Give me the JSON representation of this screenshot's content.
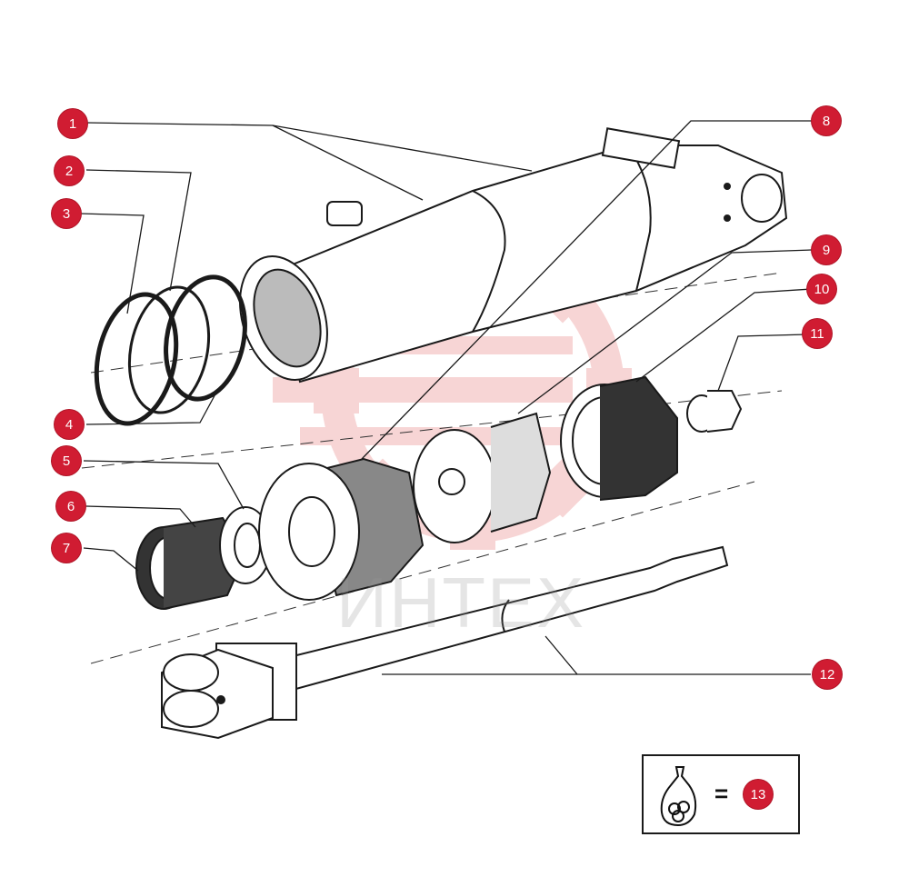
{
  "callouts": [
    {
      "id": "1",
      "label": "1"
    },
    {
      "id": "2",
      "label": "2"
    },
    {
      "id": "3",
      "label": "3"
    },
    {
      "id": "4",
      "label": "4"
    },
    {
      "id": "5",
      "label": "5"
    },
    {
      "id": "6",
      "label": "6"
    },
    {
      "id": "7",
      "label": "7"
    },
    {
      "id": "8",
      "label": "8"
    },
    {
      "id": "9",
      "label": "9"
    },
    {
      "id": "10",
      "label": "10"
    },
    {
      "id": "11",
      "label": "11"
    },
    {
      "id": "12",
      "label": "12"
    },
    {
      "id": "13",
      "label": "13"
    }
  ],
  "legend": {
    "equals": "=",
    "kit_icon": "seal-kit-bag-icon"
  },
  "watermark": {
    "text": "ИНТЕХ"
  },
  "colors": {
    "callout": "#d01c32",
    "line": "#1a1a1a",
    "watermark": "#f3b7b7"
  }
}
